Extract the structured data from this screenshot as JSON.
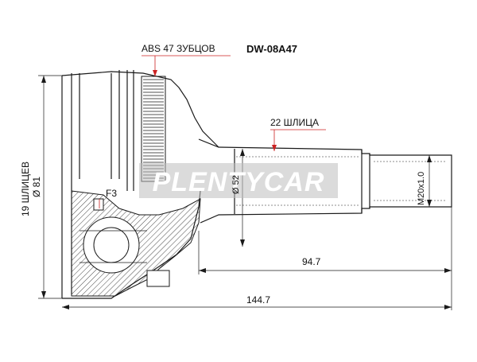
{
  "part_number": "DW-08A47",
  "labels": {
    "abs": "ABS 47 ЗУБЦОВ",
    "inner_splines": "19 ШЛИЦЕВ",
    "outer_diameter": "Ø 81",
    "outer_splines": "22 ШЛИЦА",
    "shaft_diameter": "Ø 52",
    "thread": "M20x1.0",
    "flange": "F3",
    "length_shaft": "94.7",
    "length_total": "144.7"
  },
  "watermark": "PLENTYCAR",
  "colors": {
    "line": "#1a1a1a",
    "leader": "#cc2222",
    "watermark": "#ffffff"
  }
}
